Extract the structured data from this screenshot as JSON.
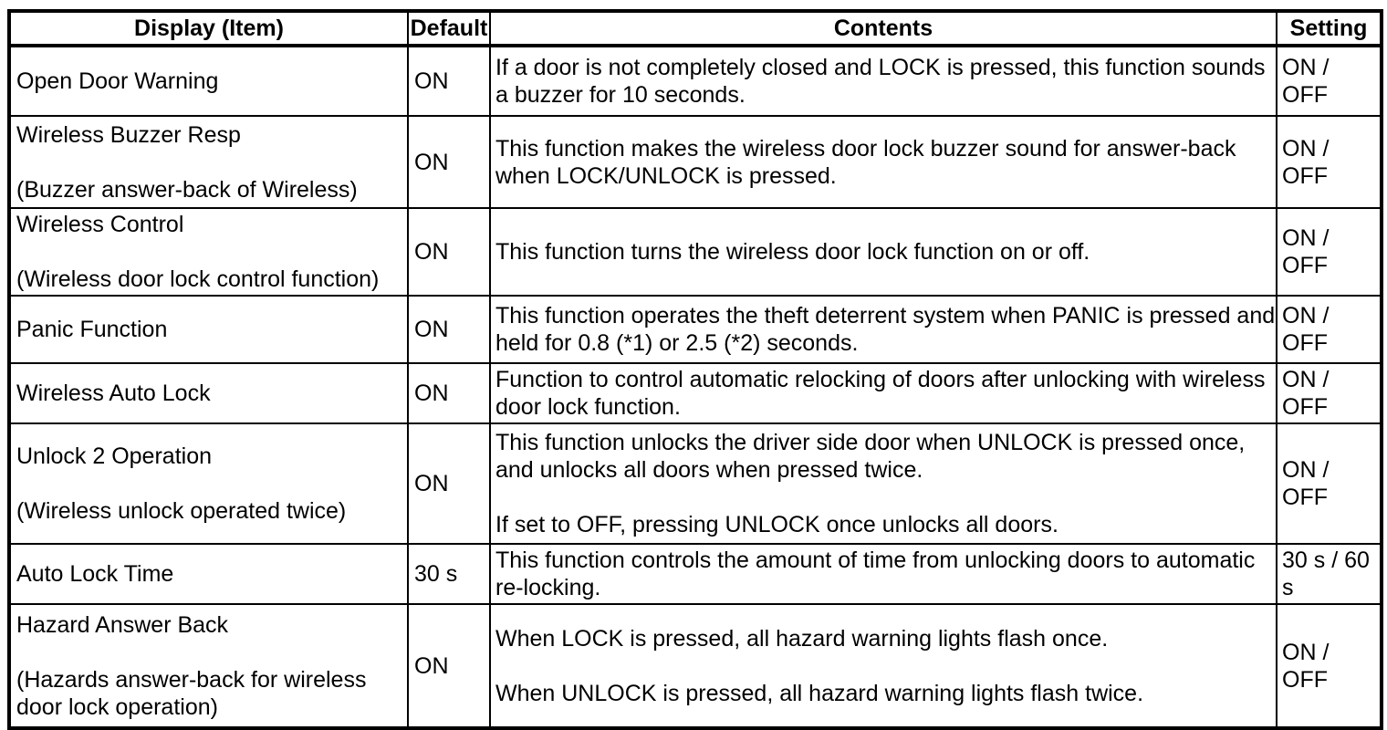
{
  "table": {
    "headers": [
      "Display (Item)",
      "Default",
      "Contents",
      "Setting"
    ],
    "rows": [
      {
        "item": [
          "Open Door Warning"
        ],
        "default": "ON",
        "contents": [
          "If a door is not completely closed and LOCK is pressed, this function sounds a buzzer for 10 seconds."
        ],
        "setting": "ON / OFF"
      },
      {
        "item": [
          "Wireless Buzzer Resp",
          "(Buzzer answer-back of Wireless)"
        ],
        "default": "ON",
        "contents": [
          "This function makes the wireless door lock buzzer sound for answer-back when LOCK/UNLOCK is pressed."
        ],
        "setting": "ON / OFF"
      },
      {
        "item": [
          "Wireless Control",
          "(Wireless door lock control function)"
        ],
        "default": "ON",
        "contents": [
          "This function turns the wireless door lock function on or off."
        ],
        "setting": "ON / OFF"
      },
      {
        "item": [
          "Panic Function"
        ],
        "default": "ON",
        "contents": [
          "This function operates the theft deterrent system when PANIC is pressed and held for 0.8 (*1) or 2.5 (*2) seconds."
        ],
        "setting": "ON / OFF"
      },
      {
        "item": [
          "Wireless Auto Lock"
        ],
        "default": "ON",
        "contents": [
          "Function to control automatic relocking of doors after unlocking with wireless door lock function."
        ],
        "setting": "ON / OFF"
      },
      {
        "item": [
          "Unlock 2 Operation",
          "(Wireless unlock operated twice)"
        ],
        "default": "ON",
        "contents": [
          "This function unlocks the driver side door when UNLOCK is pressed once, and unlocks all doors when pressed twice.",
          "If set to OFF, pressing UNLOCK once unlocks all doors."
        ],
        "setting": "ON / OFF"
      },
      {
        "item": [
          "Auto Lock Time"
        ],
        "default": "30 s",
        "contents": [
          "This function controls the amount of time from unlocking doors to automatic re-locking."
        ],
        "setting": "30 s / 60 s"
      },
      {
        "item": [
          "Hazard Answer Back",
          "(Hazards answer-back for wireless door lock operation)"
        ],
        "default": "ON",
        "contents": [
          "When LOCK is pressed, all hazard warning lights flash once.",
          "When UNLOCK is pressed, all hazard warning lights flash twice."
        ],
        "setting": "ON / OFF"
      }
    ]
  }
}
